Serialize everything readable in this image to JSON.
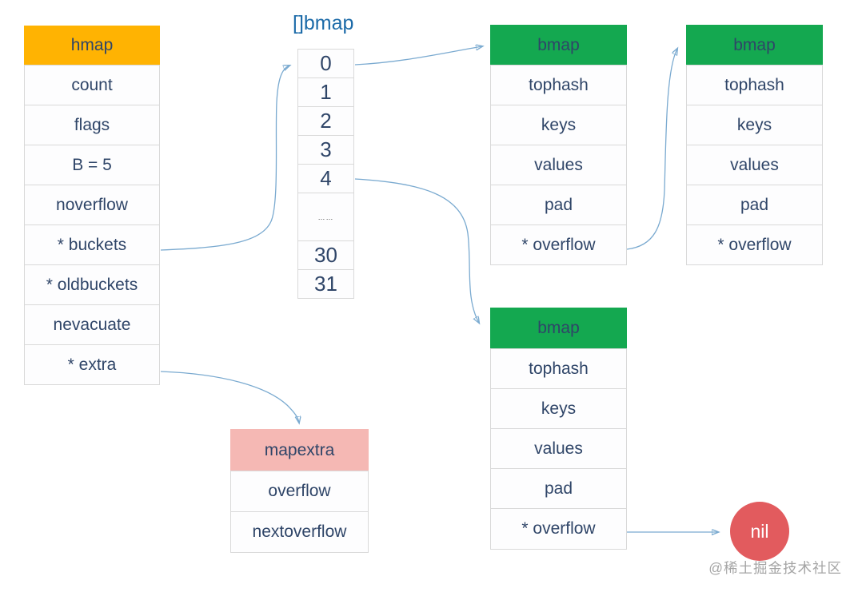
{
  "hmap": {
    "title": "hmap",
    "fields": [
      "count",
      "flags",
      "B = 5",
      "noverflow",
      "* buckets",
      "* oldbuckets",
      "nevacuate",
      "* extra"
    ]
  },
  "bucket_array": {
    "label": "[]bmap",
    "cells": [
      "0",
      "1",
      "2",
      "3",
      "4",
      "……",
      "30",
      "31"
    ]
  },
  "bmap_top": {
    "title": "bmap",
    "fields": [
      "tophash",
      "keys",
      "values",
      "pad",
      "* overflow"
    ]
  },
  "bmap_right": {
    "title": "bmap",
    "fields": [
      "tophash",
      "keys",
      "values",
      "pad",
      "* overflow"
    ]
  },
  "bmap_bottom": {
    "title": "bmap",
    "fields": [
      "tophash",
      "keys",
      "values",
      "pad",
      "* overflow"
    ]
  },
  "mapextra": {
    "title": "mapextra",
    "fields": [
      "overflow",
      "nextoverflow"
    ]
  },
  "nil_node": {
    "label": "nil"
  },
  "watermark": {
    "text": "@稀土掘金技术社区"
  },
  "colors": {
    "hmap_header": "#FFB302",
    "bmap_header": "#14A850",
    "mapextra_header": "#F5B8B4",
    "nil_fill": "#E25B5E",
    "text": "#2F4568",
    "array_label": "#1B6AA8",
    "arrow": "#7AAAD0",
    "border": "#D9D9D9"
  },
  "edges": [
    {
      "from": "hmap.*buckets",
      "to": "bucket-array.cell-0"
    },
    {
      "from": "bucket-array.cell-0",
      "to": "bmap-top.header"
    },
    {
      "from": "bmap-top.*overflow",
      "to": "bmap-right.header"
    },
    {
      "from": "bucket-array.cell-4",
      "to": "bmap-bottom.header"
    },
    {
      "from": "hmap.*extra",
      "to": "mapextra.header"
    },
    {
      "from": "bmap-bottom.*overflow",
      "to": "nil"
    }
  ]
}
